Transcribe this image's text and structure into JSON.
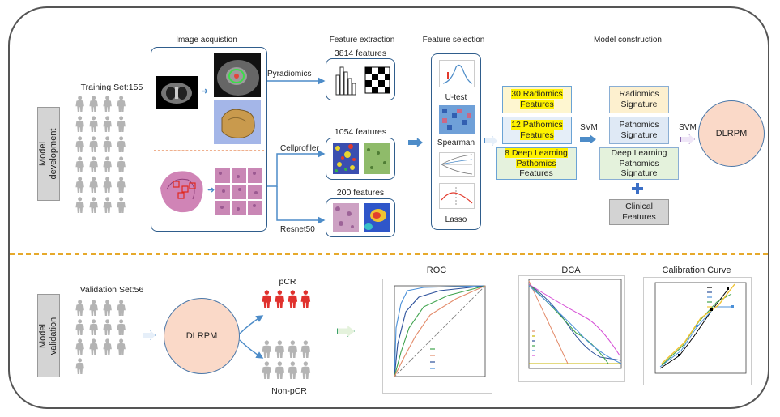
{
  "sections": {
    "development_label": "Model\ndevelopment",
    "validation_label": "Model\nvalidation"
  },
  "development": {
    "training_set": "Training Set:155",
    "headers": {
      "image_acquisition": "Image acquistion",
      "feature_extraction": "Feature extraction",
      "feature_selection": "Feature selection",
      "model_construction": "Model construction"
    },
    "extractors": {
      "pyradiomics": "Pyradiomics",
      "cellprofiler": "Cellprofiler",
      "resnet50": "Resnet50"
    },
    "feature_counts": {
      "radiomics": "3814 features",
      "pathomics": "1054 features",
      "deep": "200 features"
    },
    "selection_steps": [
      "U-test",
      "Spearman",
      "Lasso"
    ],
    "selected_features": {
      "radiomics": [
        "30 Radiomics",
        "Features"
      ],
      "pathomics": [
        "12 Pathomics",
        "Features"
      ],
      "deep": [
        "8 Deep Learning",
        "Pathomics",
        "Features"
      ]
    },
    "svm_label": "SVM",
    "signatures": {
      "radiomics": [
        "Radiomics",
        "Signature"
      ],
      "pathomics": [
        "Pathomics",
        "Signature"
      ],
      "deep": [
        "Deep Learning",
        "Pathomics",
        "Signature"
      ]
    },
    "clinical": [
      "Clinical",
      "Features"
    ],
    "plus": "+",
    "model": "DLRPM"
  },
  "validation": {
    "validation_set": "Validation Set:56",
    "model": "DLRPM",
    "pcr": "pCR",
    "non_pcr": "Non-pCR",
    "panels": {
      "roc": "ROC",
      "dca": "DCA",
      "calibration": "Calibration Curve"
    }
  },
  "colors": {
    "highlight": "#fff200",
    "signature_fill": "#fdf0cf",
    "sig_blue": "#dfe9f5",
    "sig_green": "#e4f2dc",
    "clinical_fill": "#d3d3d3",
    "circle_fill": "#fad9c8",
    "arrow_blue": "#4d8cc8",
    "person_gray": "#b4b4b4",
    "person_red": "#e0312d",
    "divider_gold": "#e6a92b",
    "divider_peach": "#efb08e"
  }
}
